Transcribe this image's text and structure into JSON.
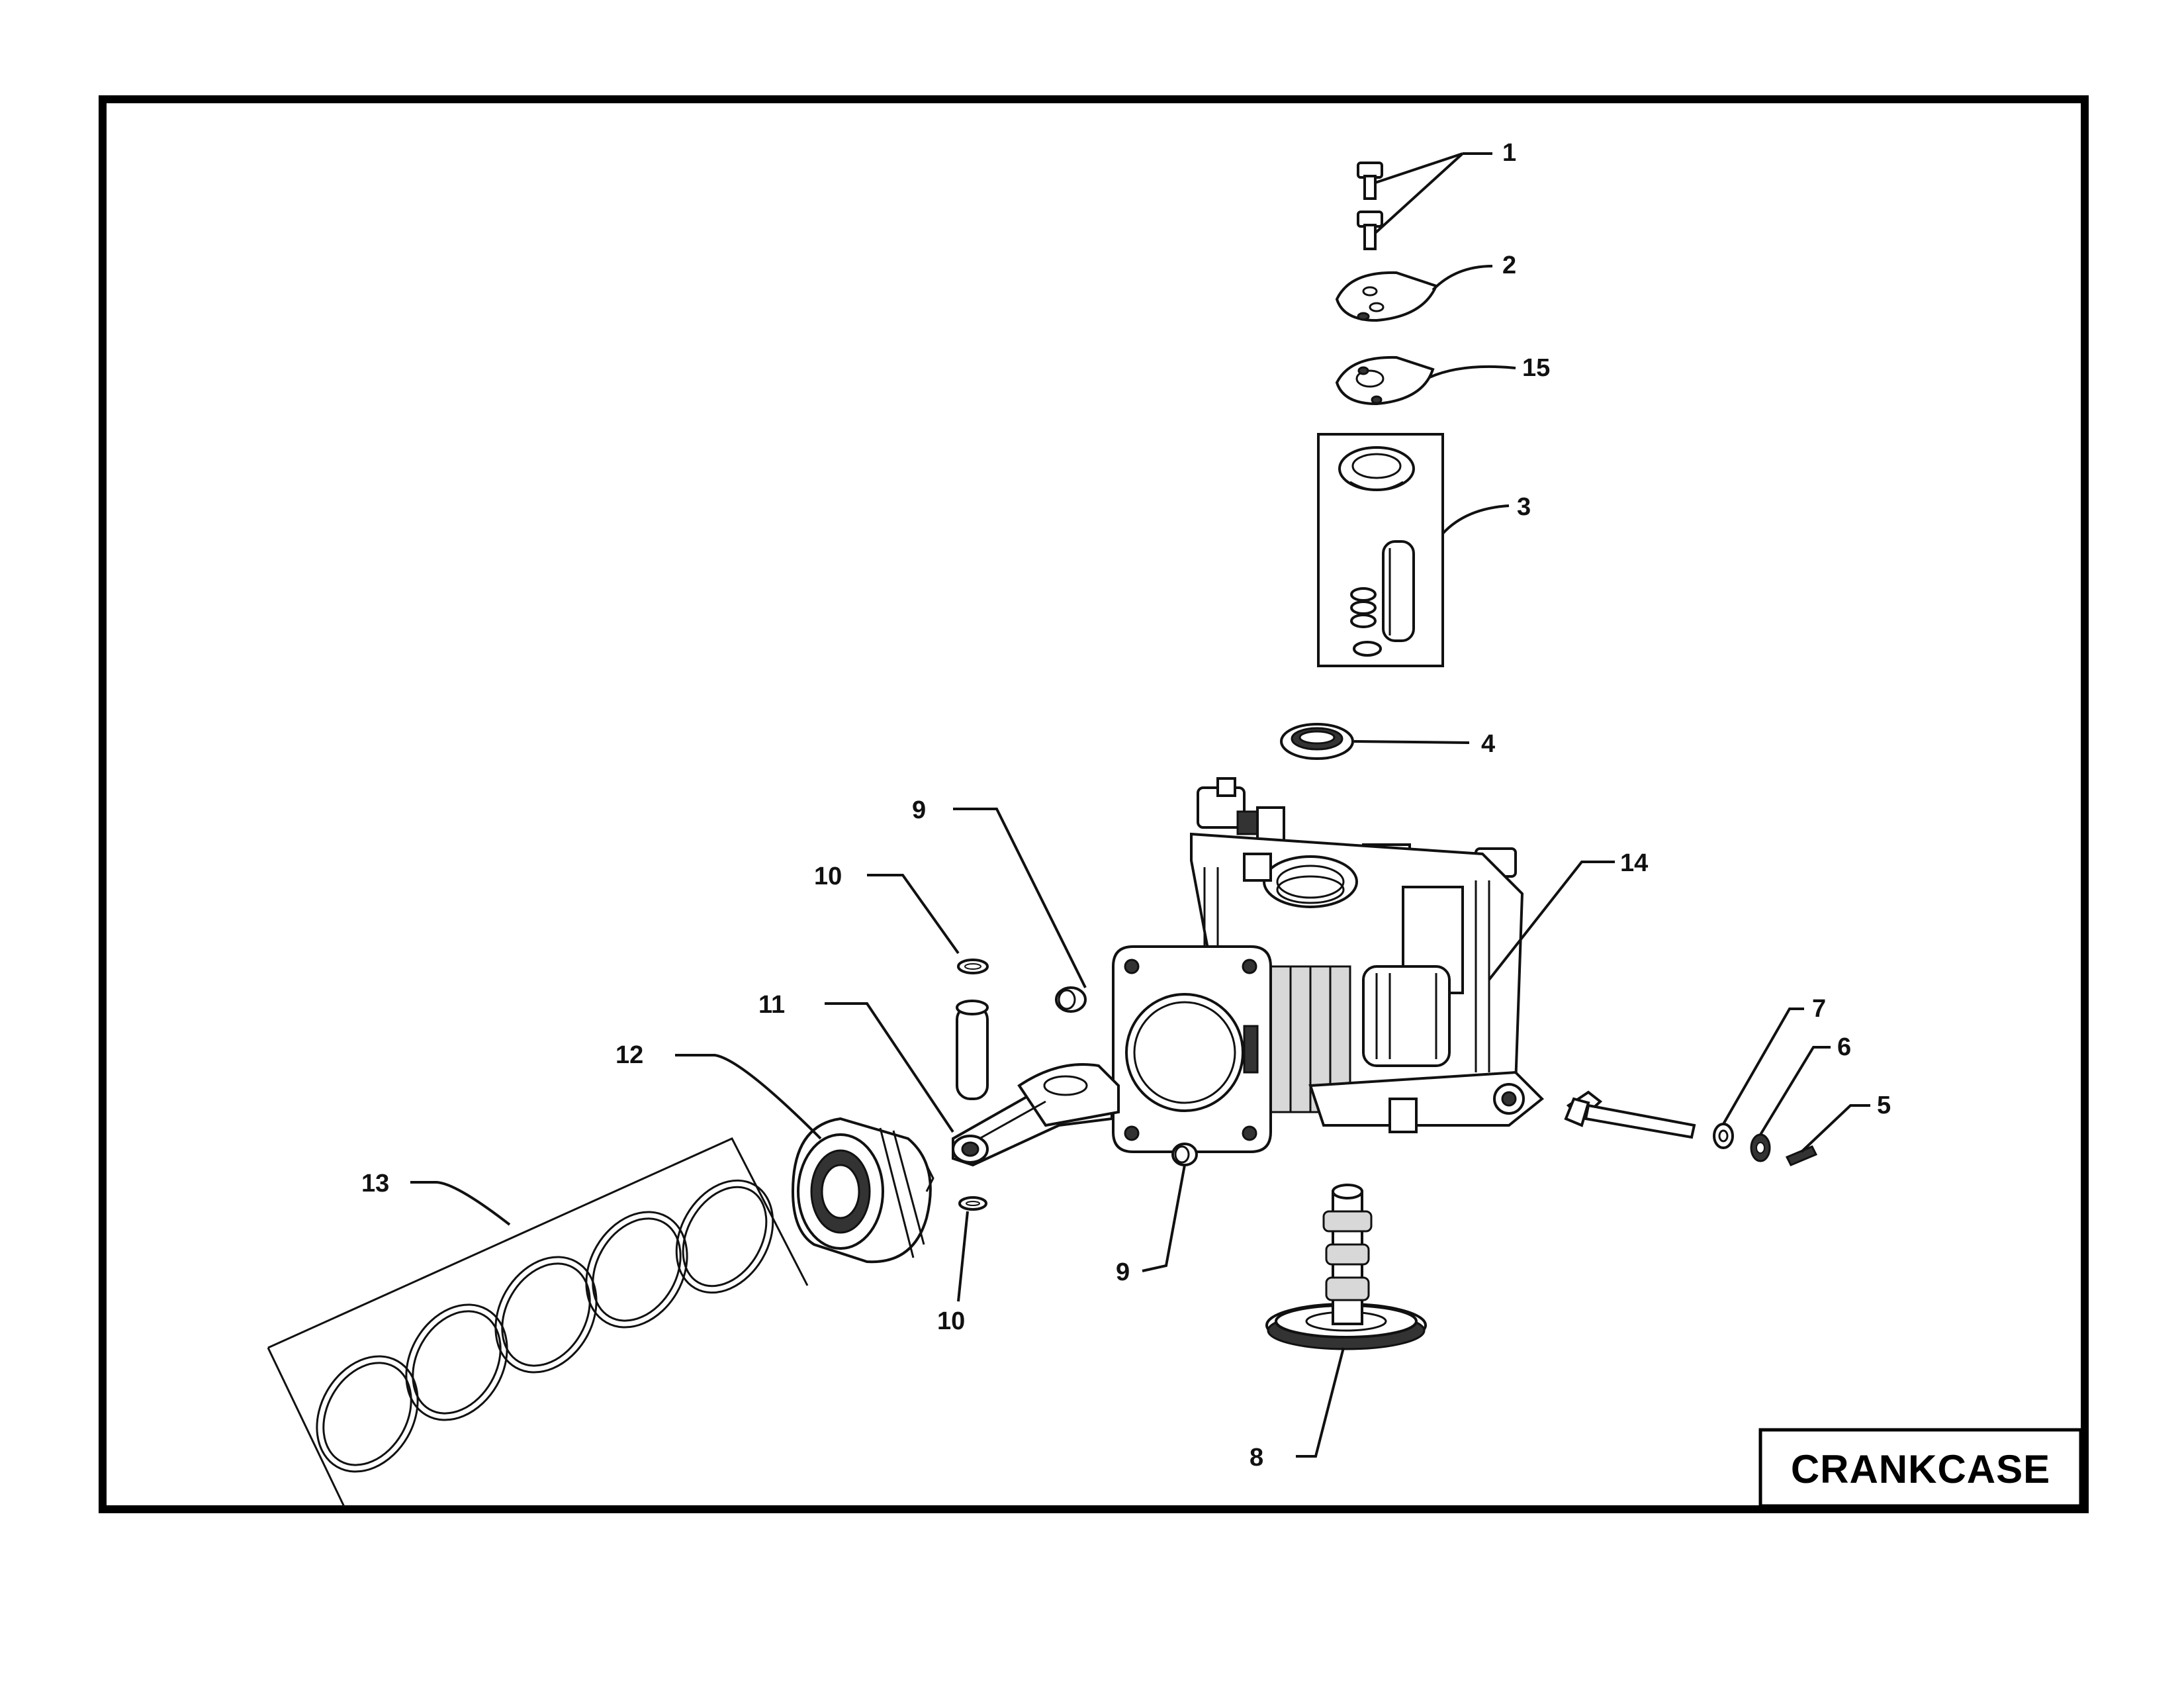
{
  "title": "CRANKCASE",
  "callouts": [
    {
      "id": "c1",
      "label": "1"
    },
    {
      "id": "c2",
      "label": "2"
    },
    {
      "id": "c15",
      "label": "15"
    },
    {
      "id": "c3",
      "label": "3"
    },
    {
      "id": "c4",
      "label": "4"
    },
    {
      "id": "c9a",
      "label": "9"
    },
    {
      "id": "c14",
      "label": "14"
    },
    {
      "id": "c10a",
      "label": "10"
    },
    {
      "id": "c11",
      "label": "11"
    },
    {
      "id": "c12",
      "label": "12"
    },
    {
      "id": "c7",
      "label": "7"
    },
    {
      "id": "c6",
      "label": "6"
    },
    {
      "id": "c5",
      "label": "5"
    },
    {
      "id": "c13",
      "label": "13"
    },
    {
      "id": "c9b",
      "label": "9"
    },
    {
      "id": "c10b",
      "label": "10"
    },
    {
      "id": "c8",
      "label": "8"
    }
  ]
}
